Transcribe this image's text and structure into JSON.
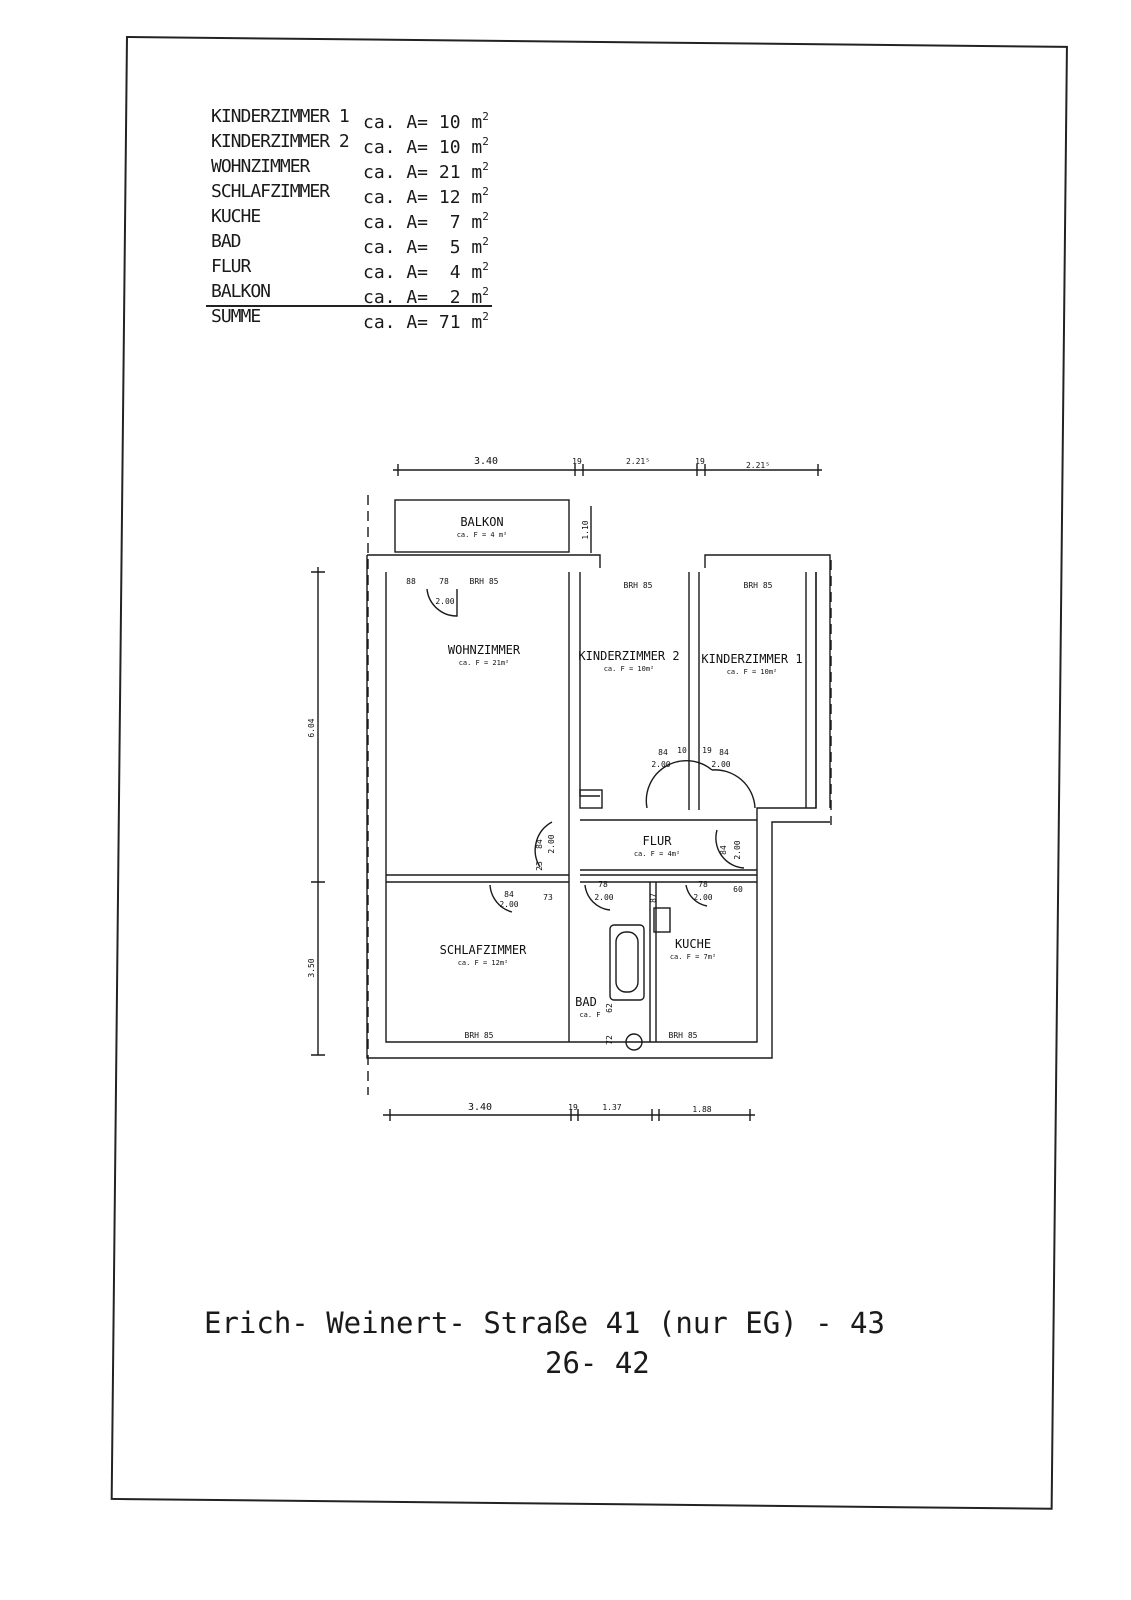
{
  "area_table": {
    "rows": [
      {
        "name": "KINDERZIMMER 1",
        "value": "ca. A= 10 m",
        "unit_sup": "2"
      },
      {
        "name": "KINDERZIMMER 2",
        "value": "ca. A= 10 m",
        "unit_sup": "2"
      },
      {
        "name": "WOHNZIMMER",
        "value": "ca. A= 21 m",
        "unit_sup": "2"
      },
      {
        "name": "SCHLAFZIMMER",
        "value": "ca. A= 12 m",
        "unit_sup": "2"
      },
      {
        "name": "KUCHE",
        "value": "ca. A=  7 m",
        "unit_sup": "2"
      },
      {
        "name": "BAD",
        "value": "ca. A=  5 m",
        "unit_sup": "2"
      },
      {
        "name": "FLUR",
        "value": "ca. A=  4 m",
        "unit_sup": "2"
      },
      {
        "name": "BALKON",
        "value": "ca. A=  2 m",
        "unit_sup": "2"
      },
      {
        "name": "SUMME",
        "value": "ca. A= 71 m",
        "unit_sup": "2"
      }
    ]
  },
  "rooms": {
    "balkon": {
      "name": "BALKON",
      "area": "ca. F = 4 m²"
    },
    "wohnzimmer": {
      "name": "WOHNZIMMER",
      "area": "ca. F = 21m²"
    },
    "kinderzimmer2": {
      "name": "KINDERZIMMER 2",
      "area": "ca. F = 10m²"
    },
    "kinderzimmer1": {
      "name": "KINDERZIMMER 1",
      "area": "ca. F = 10m²"
    },
    "flur": {
      "name": "FLUR",
      "area": "ca. F = 4m²"
    },
    "schlafzimmer": {
      "name": "SCHLAFZIMMER",
      "area": "ca. F = 12m²"
    },
    "kuche": {
      "name": "KUCHE",
      "area": "ca. F = 7m²"
    },
    "bad": {
      "name": "BAD",
      "area": "ca. F"
    }
  },
  "dimensions": {
    "top_1": "3.40",
    "top_2": "19",
    "top_3": "2.21⁵",
    "top_4": "19",
    "top_5": "2.21⁵",
    "bottom_1": "3.40",
    "bottom_2": "19",
    "bottom_3": "1.37",
    "bottom_4": "1.88",
    "left_1": "6.04",
    "left_2": "3.50",
    "balkon_depth": "1.10"
  },
  "openings": {
    "wz_window_a": "88",
    "wz_window_b": "78",
    "wz_brh": "BRH 85",
    "wz_door_h": "2.00",
    "kz2_brh": "BRH 85",
    "kz1_brh": "BRH 85",
    "kz_door_84a": "84",
    "kz_door_10": "10",
    "kz_door_19": "19",
    "kz_door_84b": "84",
    "kz_door_h1": "2.00",
    "kz_door_h2": "2.00",
    "wz_door_84": "84",
    "wall_23": "23",
    "flur_door_84": "84",
    "flur_door_h": "2.00",
    "sz_door_84": "84",
    "sz_door_h": "2.00",
    "sz_wall_73": "73",
    "sz_brh": "BRH 85",
    "bad_door_78": "78",
    "bad_door_h": "2.00",
    "bad_87": "87",
    "ku_door_78": "78",
    "ku_door_h": "2.00",
    "ku_60": "60",
    "ku_brh": "BRH 85",
    "bad_62": "62",
    "bad_72": "72"
  },
  "address": {
    "line1": "Erich- Weinert- Straße 41 (nur EG) - 43",
    "line2": "26- 42"
  }
}
